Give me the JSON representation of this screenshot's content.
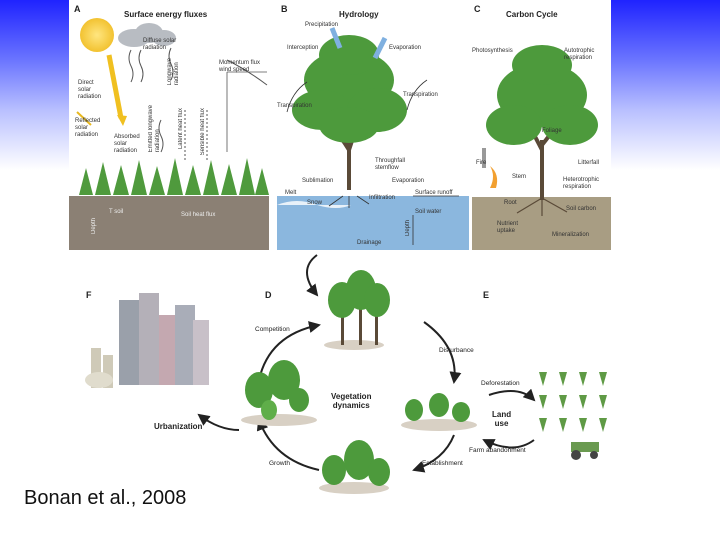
{
  "panels": {
    "a": {
      "letter": "A",
      "title": "Surface energy fluxes",
      "labels": {
        "diffuse": "Diffuse solar\nradiation",
        "direct": "Direct\nsolar\nradiation",
        "longwave": "Longwave\nradiation",
        "reflected": "Reflected\nsolar\nradiation",
        "absorbed": "Absorbed\nsolar\nradiation",
        "emitted": "Emitted longwave\nradiation",
        "latent": "Latent heat flux",
        "sensible": "Sensible heat flux",
        "momentum": "Momentum flux\nwind speed",
        "soilheat": "Soil heat flux",
        "depth": "Depth",
        "soil_temp": "T soil"
      }
    },
    "b": {
      "letter": "B",
      "title": "Hydrology",
      "labels": {
        "precipitation": "Precipitation",
        "interception": "Interception",
        "evaporation_top": "Evaporation",
        "transpiration_l": "Transpiration",
        "transpiration_r": "Transpiration",
        "throughfall": "Throughfall\nstemflow",
        "sublimation": "Sublimation",
        "evaporation": "Evaporation",
        "melt": "Melt",
        "snow": "Snow",
        "infiltration": "Infiltration",
        "runoff": "Surface runoff",
        "soilwater": "Soil water",
        "depth": "Depth",
        "drainage": "Drainage"
      }
    },
    "c": {
      "letter": "C",
      "title": "Carbon Cycle",
      "labels": {
        "photosynthesis": "Photosynthesis",
        "autotrophic": "Autotrophic\nrespiration",
        "foliage": "Foliage",
        "fire": "Fire",
        "litterfall": "Litterfall",
        "stem": "Stem",
        "heterotrophic": "Heterotrophic\nrespiration",
        "root": "Root",
        "soilcarbon": "Soil carbon",
        "nutrient": "Nutrient\nuptake",
        "mineralization": "Mineralization"
      }
    },
    "d": {
      "letter": "D"
    },
    "e": {
      "letter": "E"
    },
    "f": {
      "letter": "F"
    }
  },
  "cycle": {
    "competition": "Competition",
    "disturbance": "Disturbance",
    "center": "Vegetation\ndynamics",
    "growth": "Growth",
    "establishment": "Establishment",
    "deforestation": "Deforestation",
    "landuse": "Land\nuse",
    "farm": "Farm abandonment",
    "urbanization": "Urbanization"
  },
  "citation": "Bonan et al., 2008"
}
